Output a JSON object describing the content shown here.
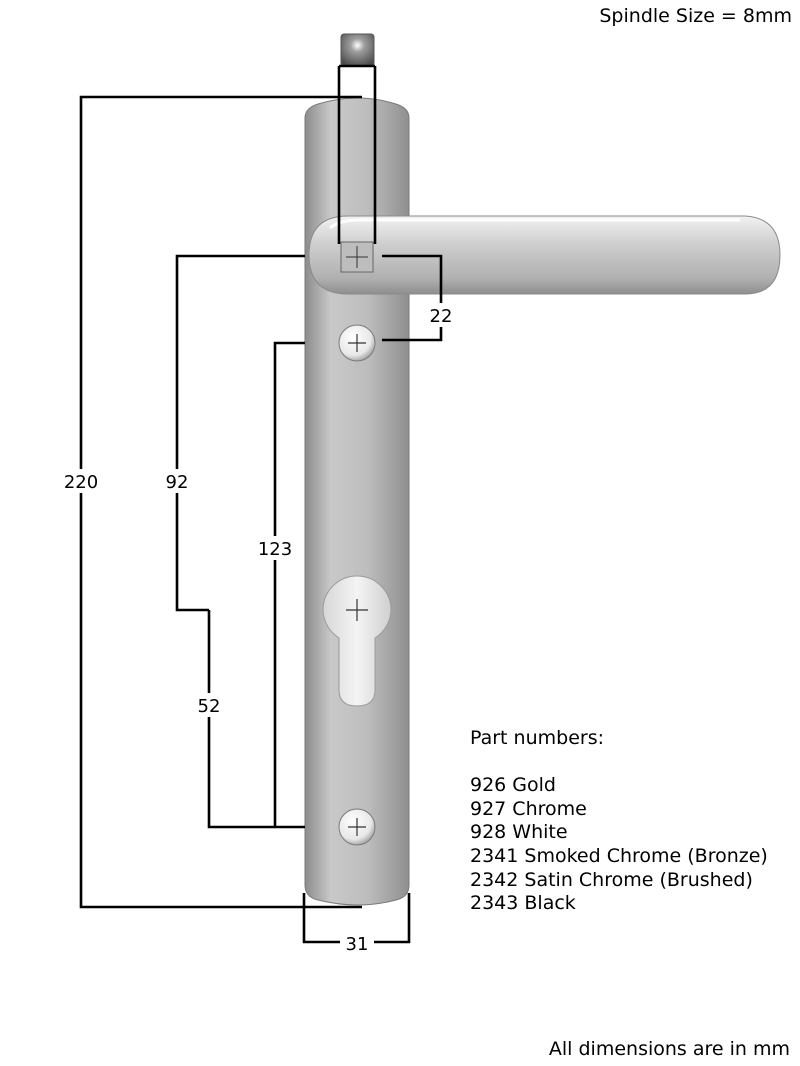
{
  "header": {
    "spindle_note": "Spindle Size = 8mm"
  },
  "footer": {
    "units_note": "All dimensions are in mm"
  },
  "dimensions": {
    "overall_height": "220",
    "handle_to_cylinder": "92",
    "screw_to_screw": "123",
    "cylinder_to_bottom_screw": "52",
    "spindle_to_screw": "22",
    "plate_width": "31"
  },
  "parts": {
    "heading": "Part numbers:",
    "items": [
      "926 Gold",
      "927 Chrome",
      "928 White",
      "2341 Smoked Chrome (Bronze)",
      "2342 Satin Chrome (Brushed)",
      "2343 Black"
    ]
  },
  "colors": {
    "metal_light": "#d9d9d9",
    "metal_mid": "#b5b5b5",
    "metal_dark": "#8a8a8a",
    "line": "#000000"
  }
}
